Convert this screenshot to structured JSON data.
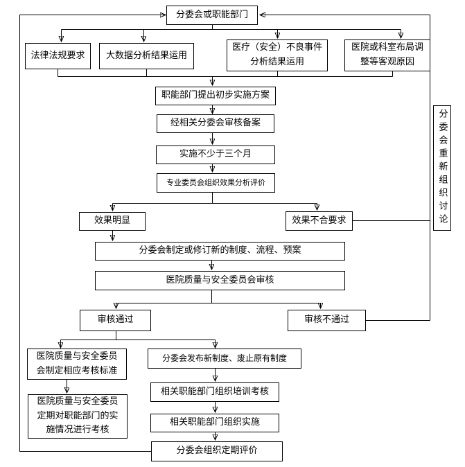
{
  "diagram_type": "flowchart",
  "colors": {
    "background": "#ffffff",
    "line": "#000000",
    "box_border": "#000000",
    "text": "#000000"
  },
  "nodes": {
    "top": "分委会或职能部门",
    "legal": "法律法规要求",
    "bigdata": "大数据分析结果运用",
    "adverse": "医疗（安全）不良事件\n分析结果运用",
    "layout_change": "医院或科室布局调\n整等客观原因",
    "draft_plan": "职能部门提出初步实施方案",
    "filing": "经相关分委会审核备案",
    "implement_3m": "实施不少于三个月",
    "effect_eval": "专业委员会组织效果分析评价",
    "effect_clear": "效果明显",
    "effect_fail": "效果不合要求",
    "revise": "分委会制定或修订新的制度、流程、预案",
    "hq_review": "医院质量与安全委员会审核",
    "review_pass": "审核通过",
    "review_fail": "审核不通过",
    "standards": "医院质量与安全委员\n会制定相应考核标准",
    "periodic_assess": "医院质量与安全委员\n定期对职能部门的实\n施情况进行考核",
    "publish": "分委会发布新制度、废止原有制度",
    "training": "相关职能部门组织培训考核",
    "org_implement": "相关职能部门组织实施",
    "periodic_eval": "分委会组织定期评价",
    "rediscuss": "分委会重新组织讨论"
  }
}
